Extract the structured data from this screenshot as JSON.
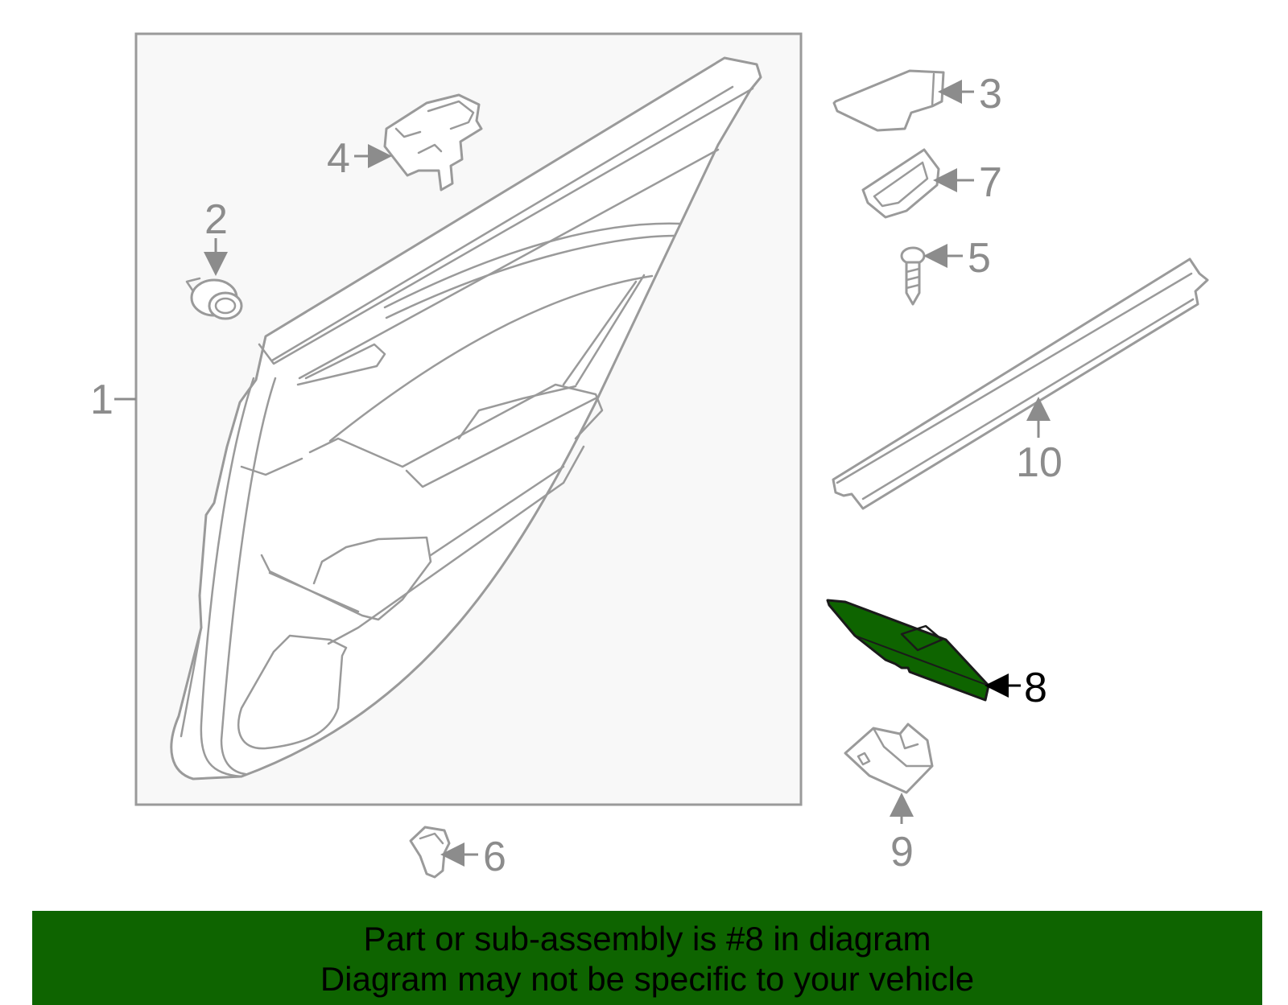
{
  "colors": {
    "banner_bg": "#0e6400",
    "highlight_fill": "#0e6400",
    "part_outline": "#9a9a9a",
    "callout_text": "#8c8c8c",
    "frame_fill": "#f8f8f8"
  },
  "callouts": {
    "c1": "1",
    "c2": "2",
    "c3": "3",
    "c4": "4",
    "c5": "5",
    "c6": "6",
    "c7": "7",
    "c8": "8",
    "c9": "9",
    "c10": "10"
  },
  "highlighted_part": "8",
  "banner": {
    "line1": "Part or sub-assembly is #8 in diagram",
    "line2": "Diagram may not be specific to your vehicle"
  }
}
